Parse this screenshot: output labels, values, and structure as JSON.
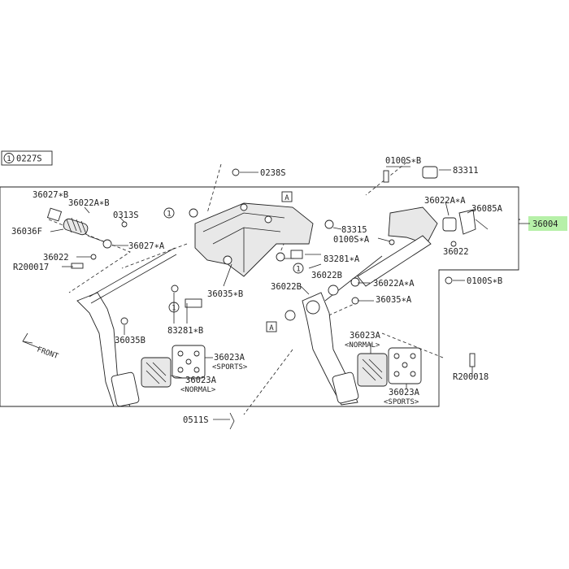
{
  "note": {
    "ref_number": "1",
    "code": "0227S"
  },
  "box_a_label": "A",
  "callouts": {
    "c0238S": "0238S",
    "c0100SB_top": "0100S∗B",
    "c83311": "83311",
    "c36027B": "36027∗B",
    "c36022AB": "36022A∗B",
    "c0313S": "0313S",
    "c36036F": "36036F",
    "c36027A": "36027∗A",
    "c36022_left": "36022",
    "cR200017": "R200017",
    "c36022AA_top": "36022A∗A",
    "c36085A": "36085A",
    "c36004": "36004",
    "c83315": "83315",
    "c0100SA": "0100S∗A",
    "c36022_right": "36022",
    "c83281A": "83281∗A",
    "c36022B_a": "36022B",
    "c36022AA_mid": "36022A∗A",
    "c0100SB_right": "0100S∗B",
    "c36022B_b": "36022B",
    "c36035B_mid": "36035∗B",
    "c36035A": "36035∗A",
    "c83281B": "83281∗B",
    "c36035B_left": "36035B",
    "c36023A_l1": "36023A",
    "c36023A_l1_sub": "<SPORTS>",
    "c36023A_l2": "36023A",
    "c36023A_l2_sub": "<NORMAL>",
    "c36023A_r1": "36023A",
    "c36023A_r1_sub": "<NORMAL>",
    "cR200018": "R200018",
    "c36023A_r2": "36023A",
    "c36023A_r2_sub": "<SPORTS>",
    "c0511S": "0511S",
    "front": "FRONT"
  },
  "colors": {
    "highlight": "#b6f0a8",
    "line": "#222222"
  }
}
